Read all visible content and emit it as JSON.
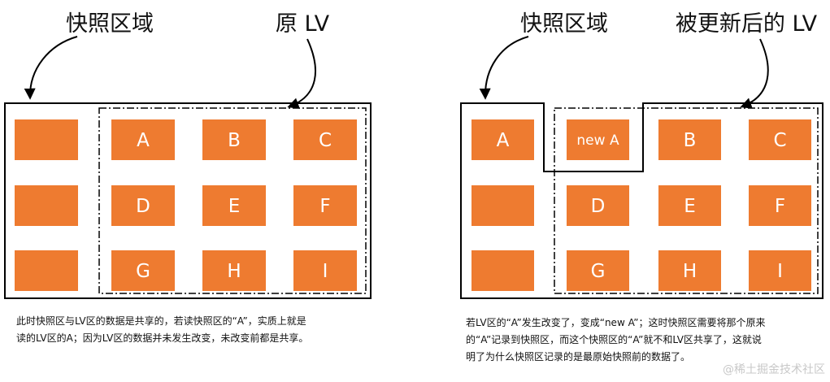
{
  "left_panel": {
    "snapshot_label": "快照区域",
    "lv_label": "原 LV",
    "cells": [
      "",
      "A",
      "B",
      "C",
      "",
      "D",
      "E",
      "F",
      "",
      "G",
      "H",
      "I"
    ],
    "caption_lines": [
      "此时快照区与LV区的数据是共享的，若读快照区的“A”，实质上就是",
      "读的LV区的A；因为LV区的数据并未发生改变，未改变前都是共享。"
    ]
  },
  "right_panel": {
    "snapshot_label": "快照区域",
    "lv_label": "被更新后的 LV",
    "cells": [
      "A",
      "new A",
      "B",
      "C",
      "",
      "D",
      "E",
      "F",
      "",
      "G",
      "H",
      "I"
    ],
    "caption_lines": [
      "若LV区的“A”发生改变了，变成“new A”；这时快照区需要将那个原来",
      "的“A”记录到快照区，而这个快照区的“A”就不和LV区共享了，这就说",
      "明了为什么快照区记录的是最原始快照前的数据了。"
    ]
  },
  "watermark": "@稀土掘金技术社区",
  "colors": {
    "block": "#ee7b30",
    "block_text": "#ffffff",
    "line": "#000000"
  }
}
